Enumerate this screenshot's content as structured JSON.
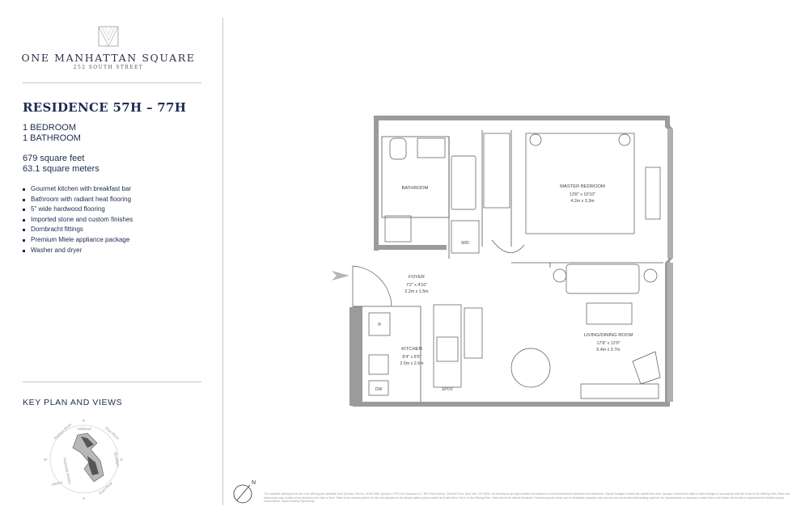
{
  "brand": {
    "name": "ONE MANHATTAN SQUARE",
    "address": "252 SOUTH STREET"
  },
  "residence": {
    "title": "RESIDENCE 57H – 77H",
    "bedrooms": "1 BEDROOM",
    "bathrooms": "1 BATHROOM",
    "sqft": "679 square feet",
    "sqm": "63.1 square meters"
  },
  "features": [
    "Gourmet kitchen with breakfast bar",
    "Bathroom with radiant heat flooring",
    "5\" wide hardwood flooring",
    "Imported stone and custom finishes",
    "Dornbracht fittings",
    "Premium Miele appliance package",
    "Washer and dryer"
  ],
  "key_plan": {
    "title": "KEY PLAN AND VIEWS",
    "labels": {
      "hudson_river": "Hudson River",
      "midtown": "Midtown",
      "east_river_top": "East River",
      "brooklyn": "Brooklyn",
      "east_river_bottom": "East River",
      "harbor": "Harbor",
      "financial_district": "Financial District",
      "n": "N",
      "e": "E",
      "s": "S",
      "w": "W"
    }
  },
  "rooms": {
    "bathroom": {
      "name": "BATHROOM"
    },
    "master_bedroom": {
      "name": "MASTER BEDROOM",
      "dim_ft": "13'8\" x 10'10\"",
      "dim_m": "4.2m x 3.3m"
    },
    "foyer": {
      "name": "FOYER",
      "dim_ft": "7'2\" x 4'10\"",
      "dim_m": "2.2m x 1.5m"
    },
    "kitchen": {
      "name": "KITCHEN",
      "dim_ft": "8'4\" x 8'5\"",
      "dim_m": "2.5m x 2.6m"
    },
    "living": {
      "name": "LIVING/DINING ROOM",
      "dim_ft": "17'8\" x 12'0\"",
      "dim_m": "5.4m x 3.7m"
    }
  },
  "appliances": {
    "wd": "W/D",
    "refrigerator": "R",
    "dishwasher": "DW",
    "oven": "SPOV"
  },
  "north_label": "N",
  "disclaimer": "The complete offering terms are in an offering plan available from Sponsor. File No. CD15-0189. Sponsor: CPS Fee Company LLC, 800 Third Avenue, Seventh Floor, New York, NY 10022. All dimensions are approximate and subject to normal construction variances and tolerances. Square footage exceeds the usable floor area. Sponsor reserves the right to make changes in accordance with the terms of the Offering Plan. Plans and dimensions may contain minor variations from floor to floor. Refer to the window pattern for this unit depicted on the facade pattern plan included as Exhibit 56 in Part II of the Offering Plan. Units will not be offered furnished. Furniture layouts shown are for illustrative purposes only and are not coordinated with building systems. No representation or warranty is made that a Unit Owner will be able to implement the furniture layout shown above. Equal Housing Opportunity.",
  "colors": {
    "text": "#1d2b4f",
    "wall": "#9b9b9b",
    "line": "#555555",
    "divider": "#c8c8c8"
  }
}
